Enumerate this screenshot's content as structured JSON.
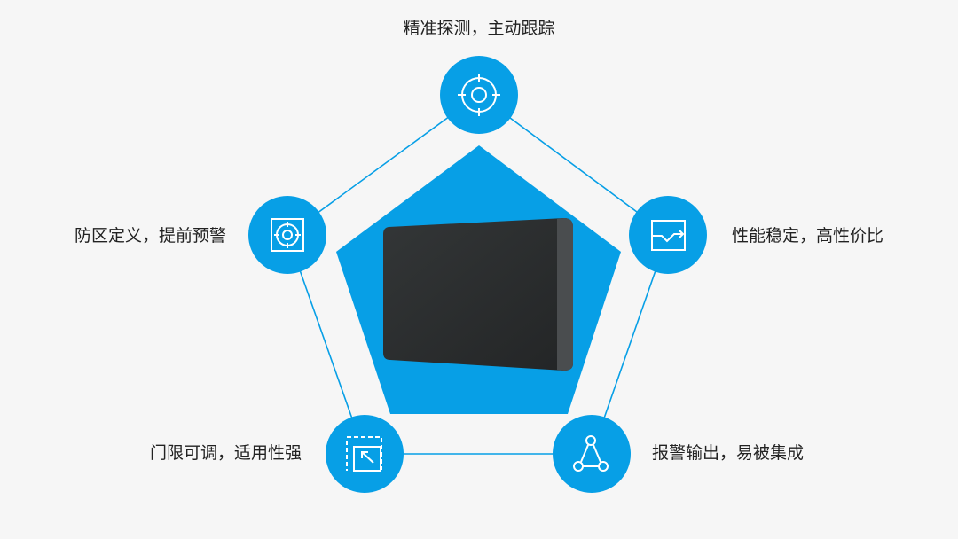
{
  "colors": {
    "accent": "#079fe6",
    "background": "#f6f6f6",
    "device": "#2b2d2e"
  },
  "features": [
    {
      "label": "精准探测，主动跟踪",
      "icon": "crosshair-icon"
    },
    {
      "label": "性能稳定，高性价比",
      "icon": "trend-chart-icon"
    },
    {
      "label": "报警输出，易被集成",
      "icon": "network-triangle-icon"
    },
    {
      "label": "门限可调，适用性强",
      "icon": "resize-frame-icon"
    },
    {
      "label": "防区定义，提前预警",
      "icon": "zone-target-icon"
    }
  ]
}
